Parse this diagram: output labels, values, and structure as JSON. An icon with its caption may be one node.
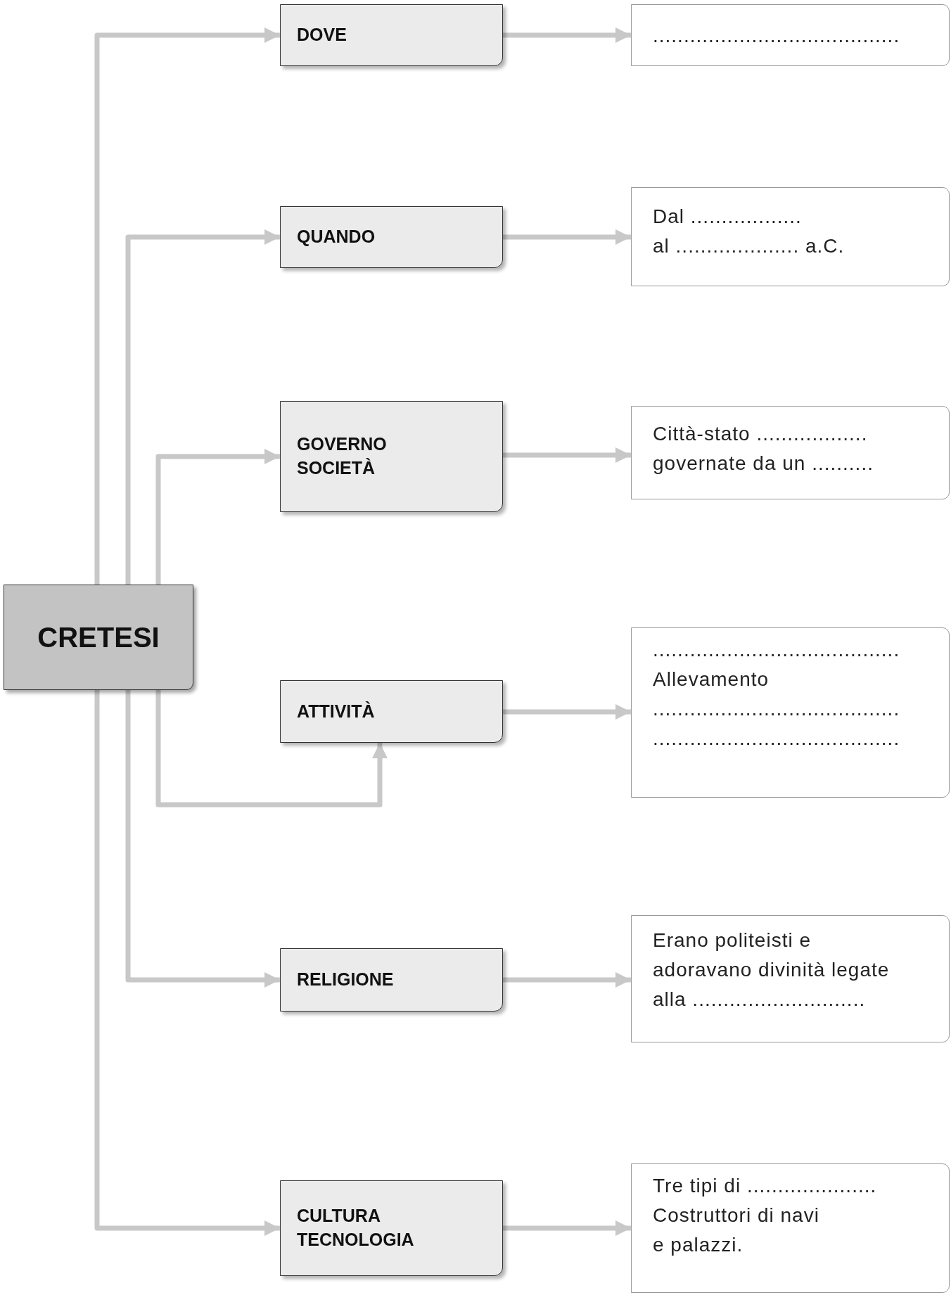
{
  "diagram": {
    "nodes": [
      {
        "text": [
          "CRETESI"
        ]
      },
      {
        "text": [
          "DOVE"
        ]
      },
      {
        "text": [
          "QUANDO"
        ]
      },
      {
        "text": [
          "GOVERNO SOCIETÀ"
        ]
      },
      {
        "text": [
          "ATTIVITÀ"
        ]
      },
      {
        "text": [
          "RELIGIONE"
        ]
      },
      {
        "text": [
          "CULTURA TECNOLOGIA"
        ]
      },
      {
        "text": [
          "........................................"
        ]
      },
      {
        "text": [
          "Dal ..................",
          "al .................... a.C."
        ]
      },
      {
        "text": [
          "Città-stato ..................",
          "governate da un .........."
        ]
      },
      {
        "text": [
          "........................................",
          "Allevamento",
          "........................................",
          "........................................"
        ]
      },
      {
        "text": [
          "Erano politeisti e",
          "adoravano divinità legate",
          "alla ............................"
        ]
      },
      {
        "text": [
          "Tre tipi di .....................",
          "Costruttori di navi",
          "e palazzi."
        ]
      }
    ],
    "edges": [
      {
        "from": 0,
        "to": 1,
        "arrow": "to"
      },
      {
        "from": 0,
        "to": 2,
        "arrow": "to"
      },
      {
        "from": 0,
        "to": 3,
        "arrow": "to"
      },
      {
        "from": 0,
        "to": 4,
        "arrow": "to"
      },
      {
        "from": 0,
        "to": 5,
        "arrow": "to"
      },
      {
        "from": 0,
        "to": 6,
        "arrow": "to"
      },
      {
        "from": 1,
        "to": 7,
        "arrow": "to"
      },
      {
        "from": 2,
        "to": 8,
        "arrow": "to"
      },
      {
        "from": 3,
        "to": 9,
        "arrow": "to"
      },
      {
        "from": 4,
        "to": 10,
        "arrow": "to"
      },
      {
        "from": 5,
        "to": 11,
        "arrow": "to"
      },
      {
        "from": 6,
        "to": 12,
        "arrow": "to"
      }
    ]
  }
}
